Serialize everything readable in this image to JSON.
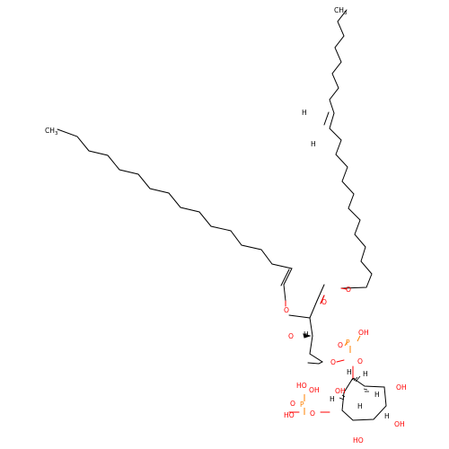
{
  "atoms": [
    {
      "text": "CH3",
      "color": "#000000"
    },
    {
      "text": "H",
      "color": "#000000"
    },
    {
      "text": "H",
      "color": "#000000"
    },
    {
      "text": "CH3",
      "color": "#000000"
    },
    {
      "text": "O",
      "color": "#ff0000"
    },
    {
      "text": "O",
      "color": "#ff0000"
    },
    {
      "text": "O",
      "color": "#ff0000"
    },
    {
      "text": "O",
      "color": "#ff0000"
    },
    {
      "text": "H",
      "color": "#000000"
    },
    {
      "text": "P",
      "color": "#ff8000"
    },
    {
      "text": "OH",
      "color": "#ff0000"
    },
    {
      "text": "O",
      "color": "#ff0000"
    },
    {
      "text": "O",
      "color": "#ff0000"
    },
    {
      "text": "O",
      "color": "#ff0000"
    },
    {
      "text": "HO",
      "color": "#ff0000"
    },
    {
      "text": "OH",
      "color": "#ff0000"
    },
    {
      "text": "P",
      "color": "#ff8000"
    },
    {
      "text": "O",
      "color": "#ff0000"
    },
    {
      "text": "HO",
      "color": "#ff0000"
    },
    {
      "text": "O",
      "color": "#ff0000"
    },
    {
      "text": "H",
      "color": "#000000"
    },
    {
      "text": "H",
      "color": "#000000"
    },
    {
      "text": "OH",
      "color": "#ff0000"
    },
    {
      "text": "H",
      "color": "#000000"
    },
    {
      "text": "H",
      "color": "#000000"
    },
    {
      "text": "OH",
      "color": "#ff0000"
    },
    {
      "text": "H",
      "color": "#000000"
    },
    {
      "text": "OH",
      "color": "#ff0000"
    },
    {
      "text": "HO",
      "color": "#ff0000"
    },
    {
      "text": "H",
      "color": "#000000"
    }
  ]
}
